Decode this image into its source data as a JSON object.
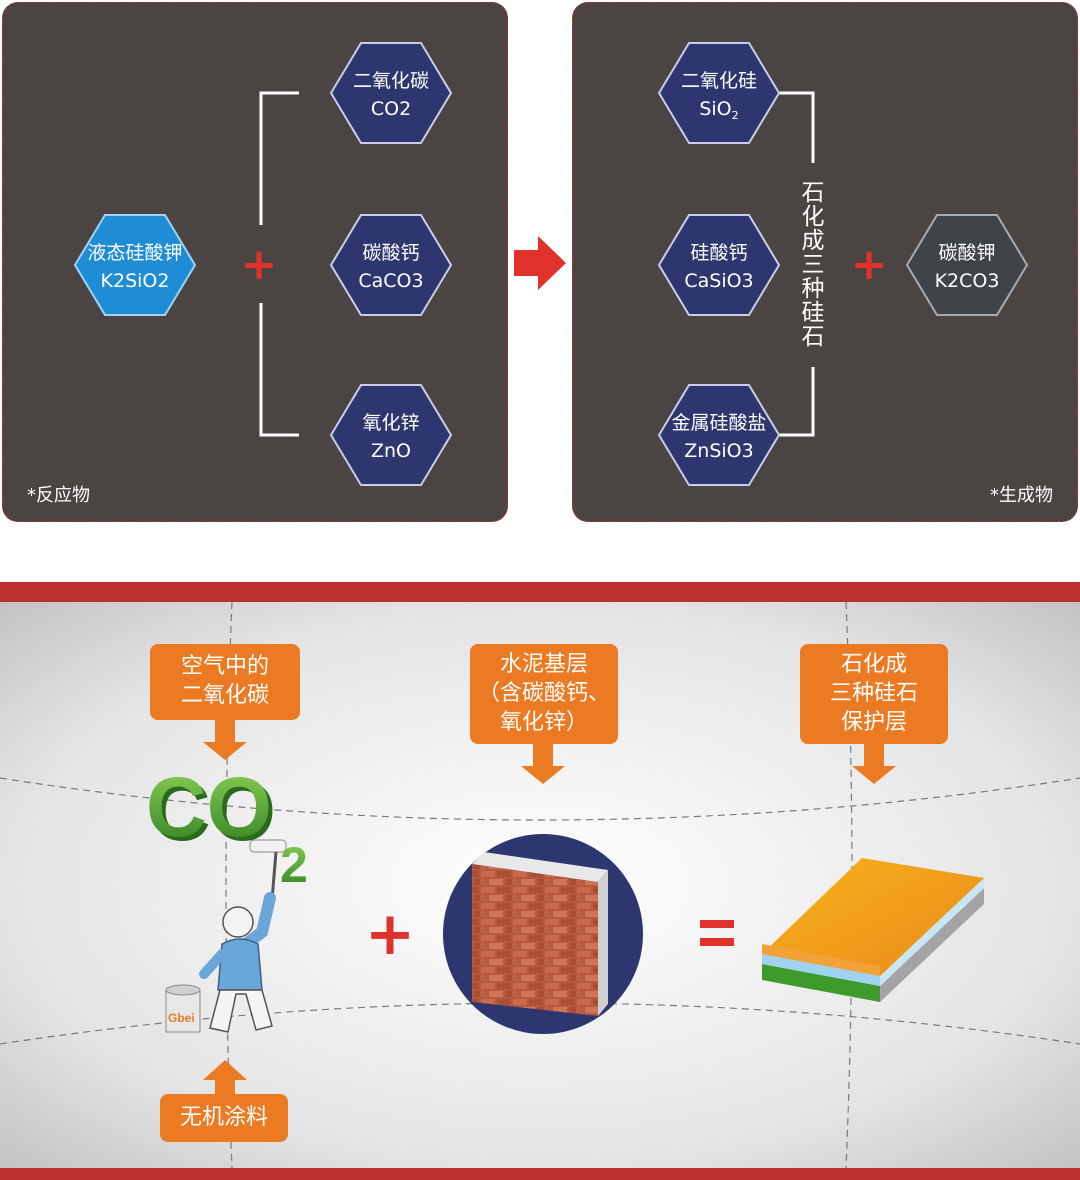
{
  "reactants": {
    "main": {
      "name": "液态硅酸钾",
      "formula": "K2SiO2"
    },
    "items": [
      {
        "name": "二氧化碳",
        "formula": "CO2"
      },
      {
        "name": "碳酸钙",
        "formula": "CaCO3"
      },
      {
        "name": "氧化锌",
        "formula": "ZnO"
      }
    ],
    "plus": "+",
    "note": "*反应物"
  },
  "products": {
    "items": [
      {
        "name": "二氧化硅",
        "formula": "SiO",
        "sub": "2"
      },
      {
        "name": "硅酸钙",
        "formula": "CaSiO3"
      },
      {
        "name": "金属硅酸盐",
        "formula": "ZnSiO3"
      }
    ],
    "group_label": [
      "石",
      "化",
      "成",
      "三",
      "种",
      "硅",
      "石"
    ],
    "plus": "+",
    "other": {
      "name": "碳酸钾",
      "formula": "K2CO3"
    },
    "note": "*生成物"
  },
  "bottom": {
    "callouts": {
      "air_co2": [
        "空气中的",
        "二氧化碳"
      ],
      "cement": [
        "水泥基层",
        "（含碳酸钙、",
        "氧化锌）"
      ],
      "result": [
        "石化成",
        "三种硅石",
        "保护层"
      ],
      "coating": [
        "无机涂料"
      ]
    },
    "co2_text": "CO",
    "co2_sub": "2",
    "can_label": "Gbei",
    "plus": "+",
    "equals": "="
  },
  "colors": {
    "panel": "#4a4543",
    "hex_navy": "#2e3670",
    "hex_blue": "#1f8dd6",
    "hex_dark": "#404348",
    "red": "#e0322a",
    "orange": "#ec7a23",
    "green": "#3f9a2c"
  }
}
